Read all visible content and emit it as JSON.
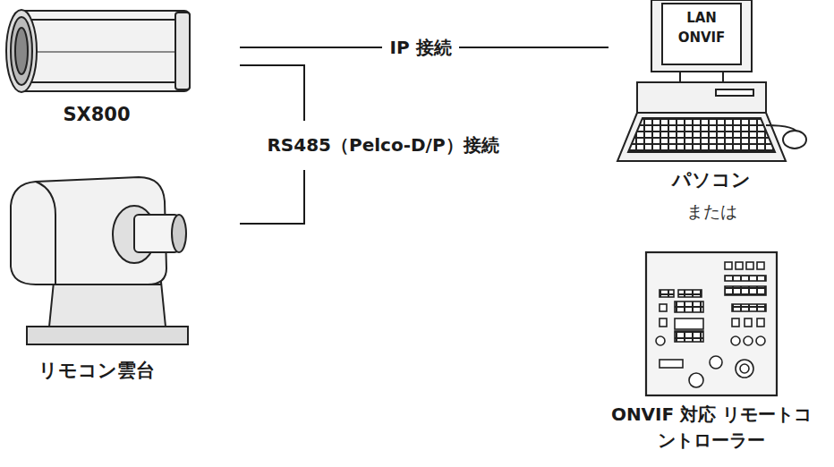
{
  "diagram": {
    "nodes": [
      {
        "text": [
          "SX800"
        ]
      },
      {
        "text": [
          "リモコン雲台"
        ]
      },
      {
        "text": [
          "LAN ONVIF",
          "パソコン"
        ]
      },
      {
        "text": [
          "ONVIF 対応 リモートコントローラー"
        ]
      }
    ],
    "edges": [
      {
        "from": 0,
        "to": 2,
        "label": "IP 接続",
        "arrow": "none"
      },
      {
        "from": 0,
        "to": 1,
        "label": "RS485（Pelco-D/P）接続",
        "arrow": "none"
      }
    ],
    "labels": [
      "または"
    ]
  }
}
